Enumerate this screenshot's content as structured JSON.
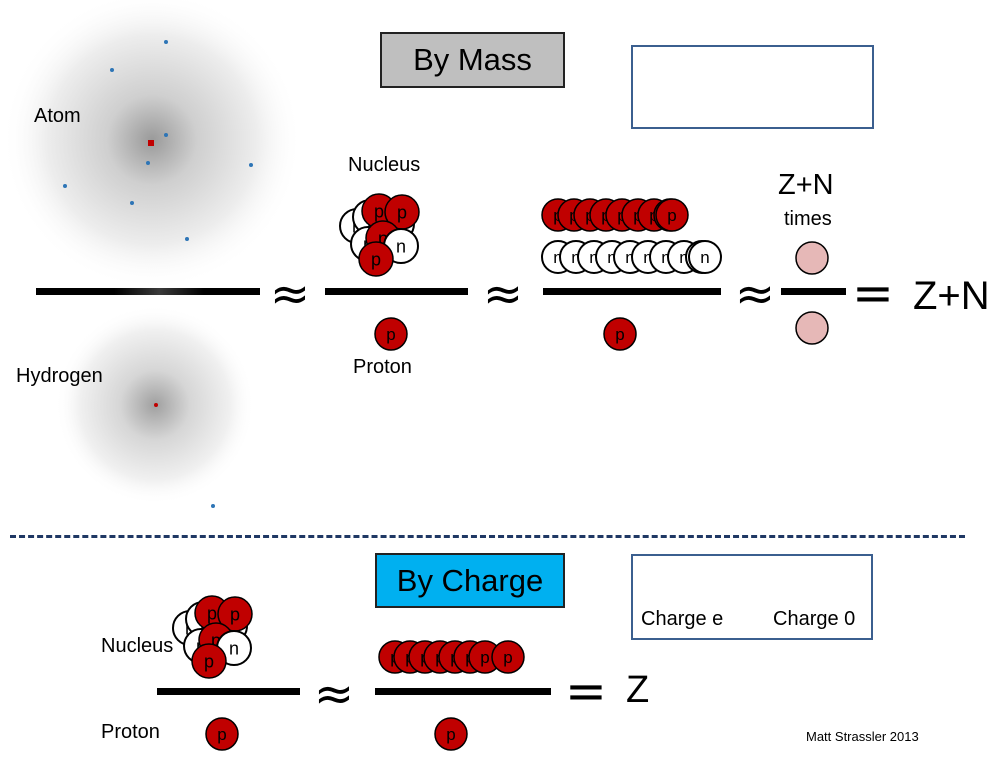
{
  "colors": {
    "proton": "#c00000",
    "neutron": "#ffffff",
    "generic_nucleon": "#e6b8b7",
    "mass_box": "#bfbfbf",
    "charge_box": "#00b0f0",
    "electron": "#2e75b6",
    "divider": "#1f3864"
  },
  "icons": {
    "proton": "p",
    "neutron": "n",
    "approx": "≈",
    "equals": "="
  },
  "mass_section": {
    "title": "By Mass",
    "atom_label": "Atom",
    "hydrogen_label": "Hydrogen",
    "nucleus_label": "Nucleus",
    "proton_label": "Proton",
    "fraction_top": "Z+N",
    "times_label": "times",
    "result": "Z+N"
  },
  "charge_section": {
    "title": "By Charge",
    "nucleus_label": "Nucleus",
    "proton_label": "Proton",
    "result": "Z",
    "legend_proton_label": "Charge e",
    "legend_neutron_label": "Charge 0"
  },
  "credit": "Matt Strassler 2013"
}
